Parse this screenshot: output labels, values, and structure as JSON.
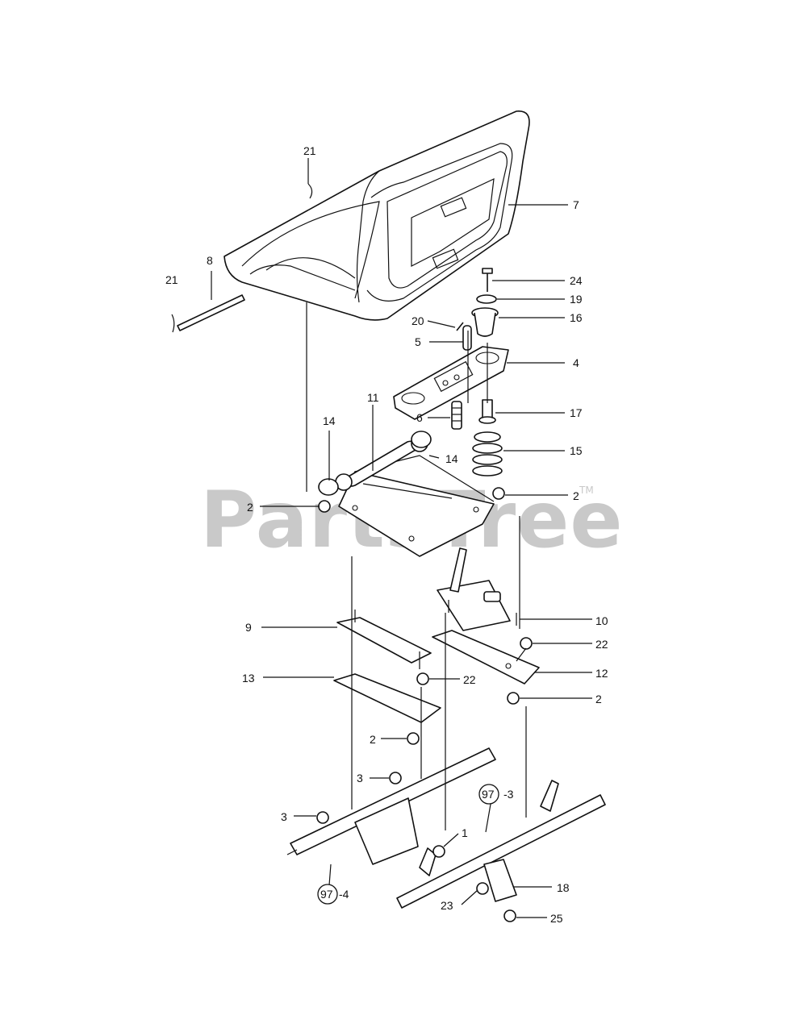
{
  "watermark": {
    "text": "PartsTree",
    "trademark": "TM"
  },
  "callouts": [
    {
      "label": "21"
    },
    {
      "label": "8"
    },
    {
      "label": "21"
    },
    {
      "label": "7"
    },
    {
      "label": "24"
    },
    {
      "label": "19"
    },
    {
      "label": "20"
    },
    {
      "label": "16"
    },
    {
      "label": "5"
    },
    {
      "label": "4"
    },
    {
      "label": "11"
    },
    {
      "label": "6"
    },
    {
      "label": "17"
    },
    {
      "label": "14"
    },
    {
      "label": "14"
    },
    {
      "label": "15"
    },
    {
      "label": "2"
    },
    {
      "label": "2"
    },
    {
      "label": "9"
    },
    {
      "label": "10"
    },
    {
      "label": "22"
    },
    {
      "label": "13"
    },
    {
      "label": "22"
    },
    {
      "label": "12"
    },
    {
      "label": "2"
    },
    {
      "label": "2"
    },
    {
      "label": "3"
    },
    {
      "label": "-3"
    },
    {
      "label": "3"
    },
    {
      "label": "1"
    },
    {
      "label": "18"
    },
    {
      "label": "-4"
    },
    {
      "label": "23"
    },
    {
      "label": "25"
    }
  ],
  "circled_refs": [
    {
      "label": "97"
    },
    {
      "label": "97"
    }
  ]
}
